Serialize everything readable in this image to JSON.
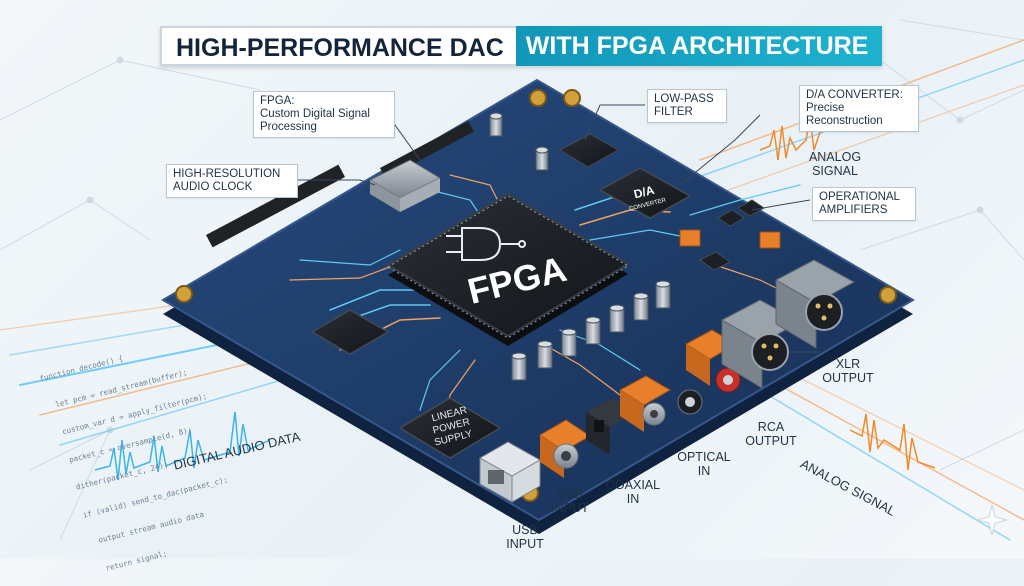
{
  "title": {
    "part1": "HIGH-PERFORMANCE DAC",
    "part2": "WITH FPGA ARCHITECTURE"
  },
  "chips": {
    "fpga": "FPGA",
    "dac_line1": "D/A",
    "dac_line2": "CONVERTER",
    "power_line1": "LINEAR",
    "power_line2": "POWER",
    "power_line3": "SUPPLY"
  },
  "callouts": {
    "fpga_title": "FPGA:",
    "fpga_desc1": "Custom Digital Signal",
    "fpga_desc2": "Processing",
    "lowpass1": "LOW-PASS",
    "lowpass2": "FILTER",
    "dac_title": "D/A CONVERTER:",
    "dac_desc1": "Precise",
    "dac_desc2": "Reconstruction",
    "clock1": "HIGH-RESOLUTION",
    "clock2": "AUDIO CLOCK",
    "opamp1": "OPERATIONAL",
    "opamp2": "AMPLIFIERS"
  },
  "labels": {
    "analog_in1": "ANALOG",
    "analog_in2": "SIGNAL",
    "xlr1": "XLR",
    "xlr2": "OUTPUT",
    "rca1": "RCA",
    "rca2": "OUTPUT",
    "optical1": "OPTICAL",
    "optical2": "IN",
    "coaxial1": "COAXIAL",
    "coaxial2": "IN",
    "usb_a1": "USB",
    "usb_a2": "INPUT",
    "usb_b1": "USB",
    "usb_b2": "INPUT",
    "digital_audio": "DIGITAL AUDIO DATA",
    "analog_out": "ANALOG SIGNAL"
  },
  "code_lines": [
    "function decode() {",
    "  let pcm = read_stream(buffer);",
    "  custom_var d = apply_filter(pcm);",
    "  packet_c = oversample(d, 8);",
    "  dither(packet_c, 24);",
    "  if (valid) send_to_dac(packet_c);",
    "    output stream audio data",
    "    return signal;"
  ],
  "colors": {
    "pcb": "#1f3b66",
    "trace_blue": "#4fc3f7",
    "trace_orange": "#f5a25d",
    "chip": "#1c1f24",
    "accent": "#1fa7c4",
    "connector_orange": "#e8802b"
  },
  "icons": [
    "logic-gate-icon",
    "sparkle-icon"
  ]
}
